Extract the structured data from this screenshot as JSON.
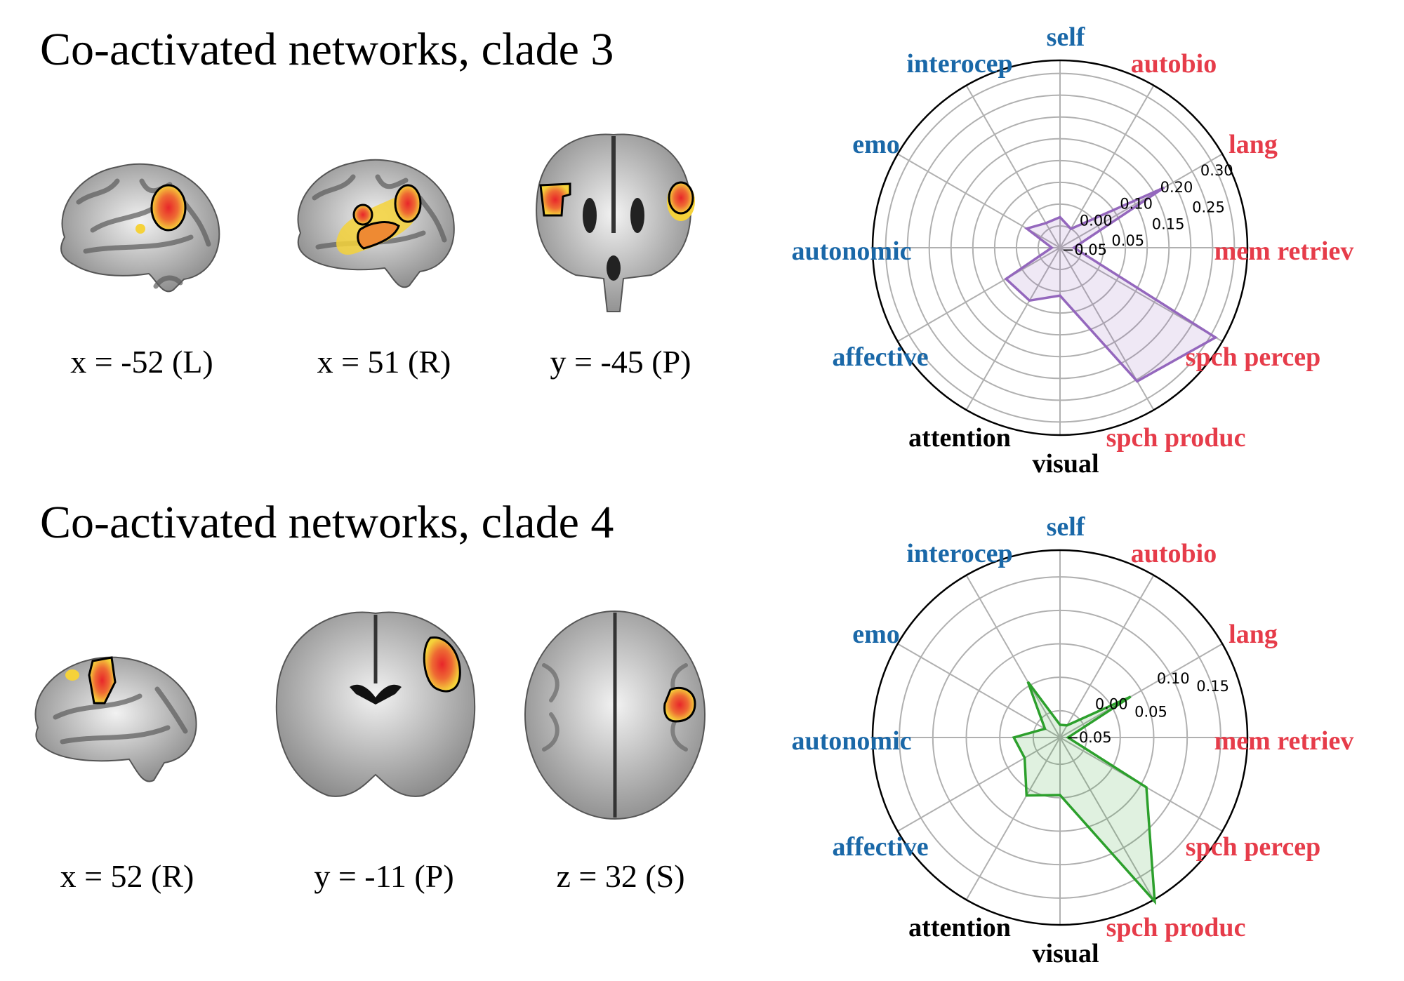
{
  "panels": [
    {
      "title": "Co-activated networks, clade 3",
      "slices": [
        {
          "view": "sagittal-left",
          "label": "x = -52 (L)"
        },
        {
          "view": "sagittal-right",
          "label": "x = 51 (R)"
        },
        {
          "view": "coronal",
          "label": "y = -45 (P)"
        }
      ]
    },
    {
      "title": "Co-activated networks, clade 4",
      "slices": [
        {
          "view": "sagittal-right",
          "label": "x = 52 (R)"
        },
        {
          "view": "coronal",
          "label": "y = -11 (P)"
        },
        {
          "view": "axial",
          "label": "z = 32 (S)"
        }
      ]
    }
  ],
  "colors": {
    "blue_label": "#1a68a8",
    "red_label": "#e63c4a",
    "black_label": "#000000",
    "grid": "#b0b0b0",
    "clade3_series": "#9467bd",
    "clade4_series": "#2ca02c"
  },
  "chart_data": [
    {
      "type": "radar",
      "title": "Co-activated networks, clade 3",
      "categories": [
        "mem retriev",
        "lang",
        "autobio",
        "self",
        "interocep",
        "emo",
        "autonomic",
        "affective",
        "attention",
        "visual",
        "spch produc",
        "spch percep"
      ],
      "category_groups": [
        "red",
        "red",
        "red",
        "blue",
        "blue",
        "blue",
        "blue",
        "blue",
        "black",
        "black",
        "red",
        "red"
      ],
      "series": [
        {
          "name": "clade 3",
          "values": [
            -0.068,
            0.176,
            -0.05,
            -0.03,
            -0.035,
            -0.012,
            -0.081,
            0.043,
            0.04,
            0.01,
            0.254,
            0.312
          ]
        }
      ],
      "rlim": [
        -0.1,
        0.33
      ],
      "rticks": [
        -0.05,
        0.0,
        0.05,
        0.1,
        0.15,
        0.2,
        0.25,
        0.3
      ],
      "rtick_labels": [
        "−0.05",
        "0.00",
        "0.05",
        "0.10",
        "0.15",
        "0.20",
        "0.25",
        "0.30"
      ],
      "grid": true
    },
    {
      "type": "radar",
      "title": "Co-activated networks, clade 4",
      "categories": [
        "mem retriev",
        "lang",
        "autobio",
        "self",
        "interocep",
        "emo",
        "autonomic",
        "affective",
        "attention",
        "visual",
        "spch produc",
        "spch percep"
      ],
      "category_groups": [
        "red",
        "red",
        "red",
        "blue",
        "blue",
        "blue",
        "blue",
        "blue",
        "black",
        "black",
        "red",
        "red"
      ],
      "series": [
        {
          "name": "clade 4",
          "values": [
            -0.078,
            0.032,
            -0.069,
            -0.071,
            0.006,
            -0.064,
            -0.021,
            -0.029,
            0.01,
            -0.004,
            0.193,
            0.059
          ]
        }
      ],
      "rlim": [
        -0.09,
        0.19
      ],
      "rticks": [
        -0.05,
        0.0,
        0.05,
        0.1,
        0.15
      ],
      "rtick_labels": [
        "−0.05",
        "0.00",
        "0.05",
        "0.10",
        "0.15"
      ],
      "grid": true
    }
  ]
}
